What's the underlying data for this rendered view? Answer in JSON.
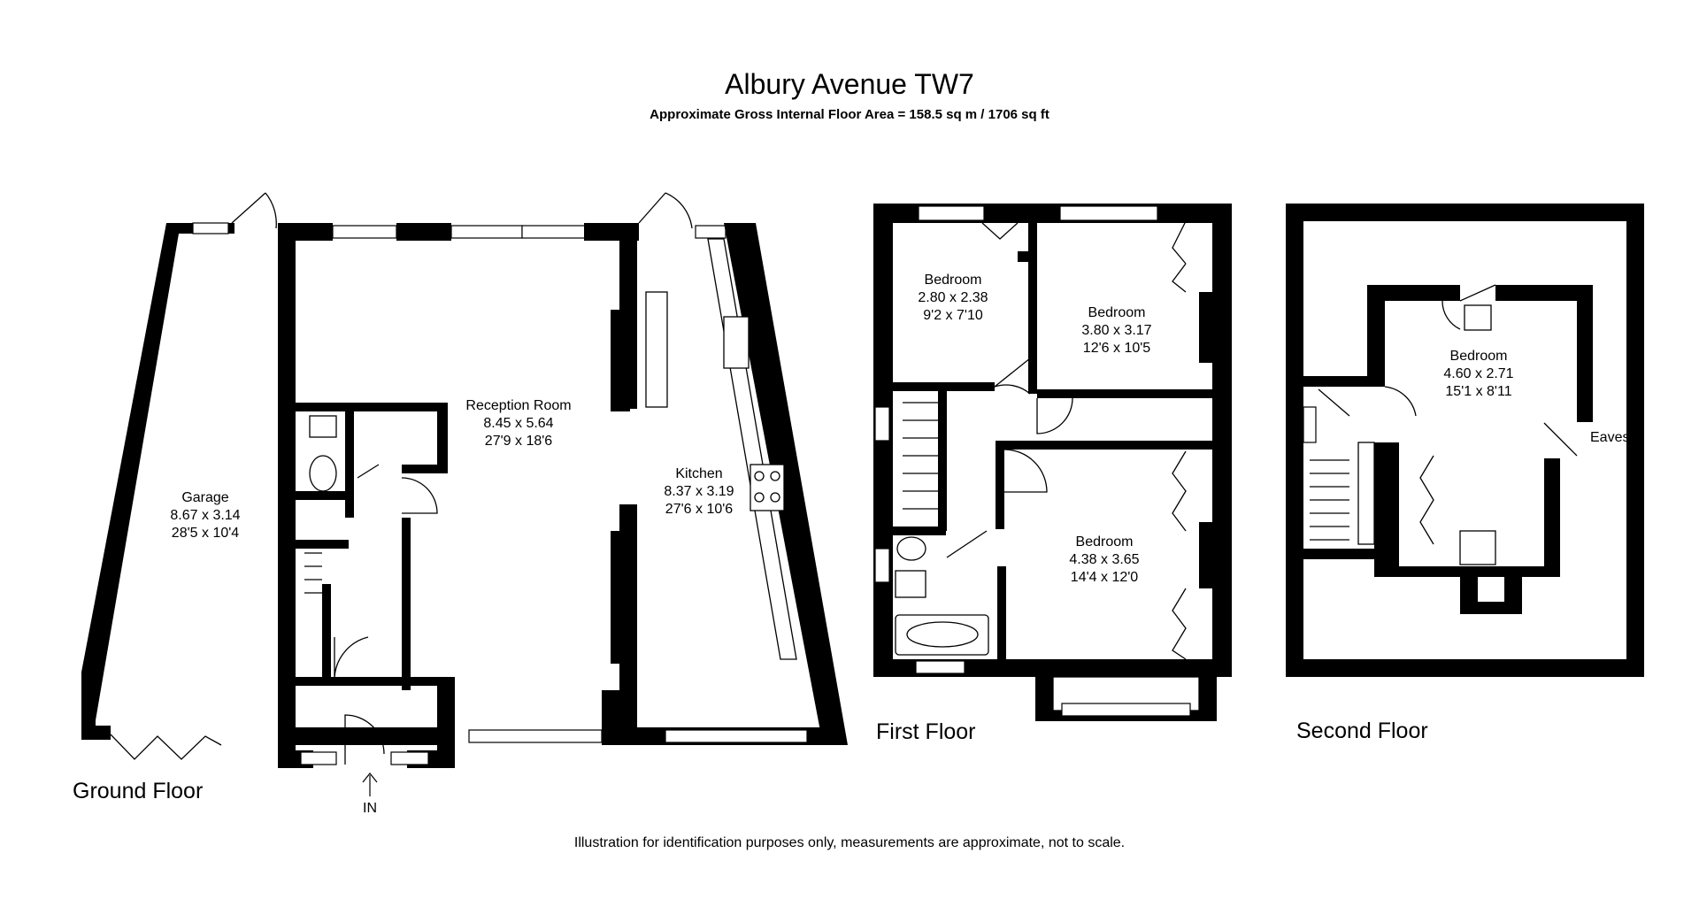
{
  "title": "Albury Avenue TW7",
  "subtitle": "Approximate Gross Internal Floor Area = 158.5 sq m / 1706 sq ft",
  "footer": "Illustration for identification purposes only, measurements are approximate, not to scale.",
  "entrance_label": "IN",
  "floors": {
    "ground": "Ground Floor",
    "first": "First Floor",
    "second": "Second Floor"
  },
  "rooms": {
    "garage": {
      "name": "Garage",
      "metric": "8.67 x 3.14",
      "imperial": "28'5 x 10'4"
    },
    "reception": {
      "name": "Reception Room",
      "metric": "8.45 x 5.64",
      "imperial": "27'9 x 18'6"
    },
    "kitchen": {
      "name": "Kitchen",
      "metric": "8.37 x 3.19",
      "imperial": "27'6 x 10'6"
    },
    "bedroom_small": {
      "name": "Bedroom",
      "metric": "2.80 x 2.38",
      "imperial": "9'2 x 7'10"
    },
    "bedroom_rear": {
      "name": "Bedroom",
      "metric": "3.80 x 3.17",
      "imperial": "12'6 x 10'5"
    },
    "bedroom_front": {
      "name": "Bedroom",
      "metric": "4.38 x 3.65",
      "imperial": "14'4 x 12'0"
    },
    "bedroom_loft": {
      "name": "Bedroom",
      "metric": "4.60 x 2.71",
      "imperial": "15'1 x 8'11"
    }
  },
  "labels": {
    "eaves": "Eaves"
  }
}
